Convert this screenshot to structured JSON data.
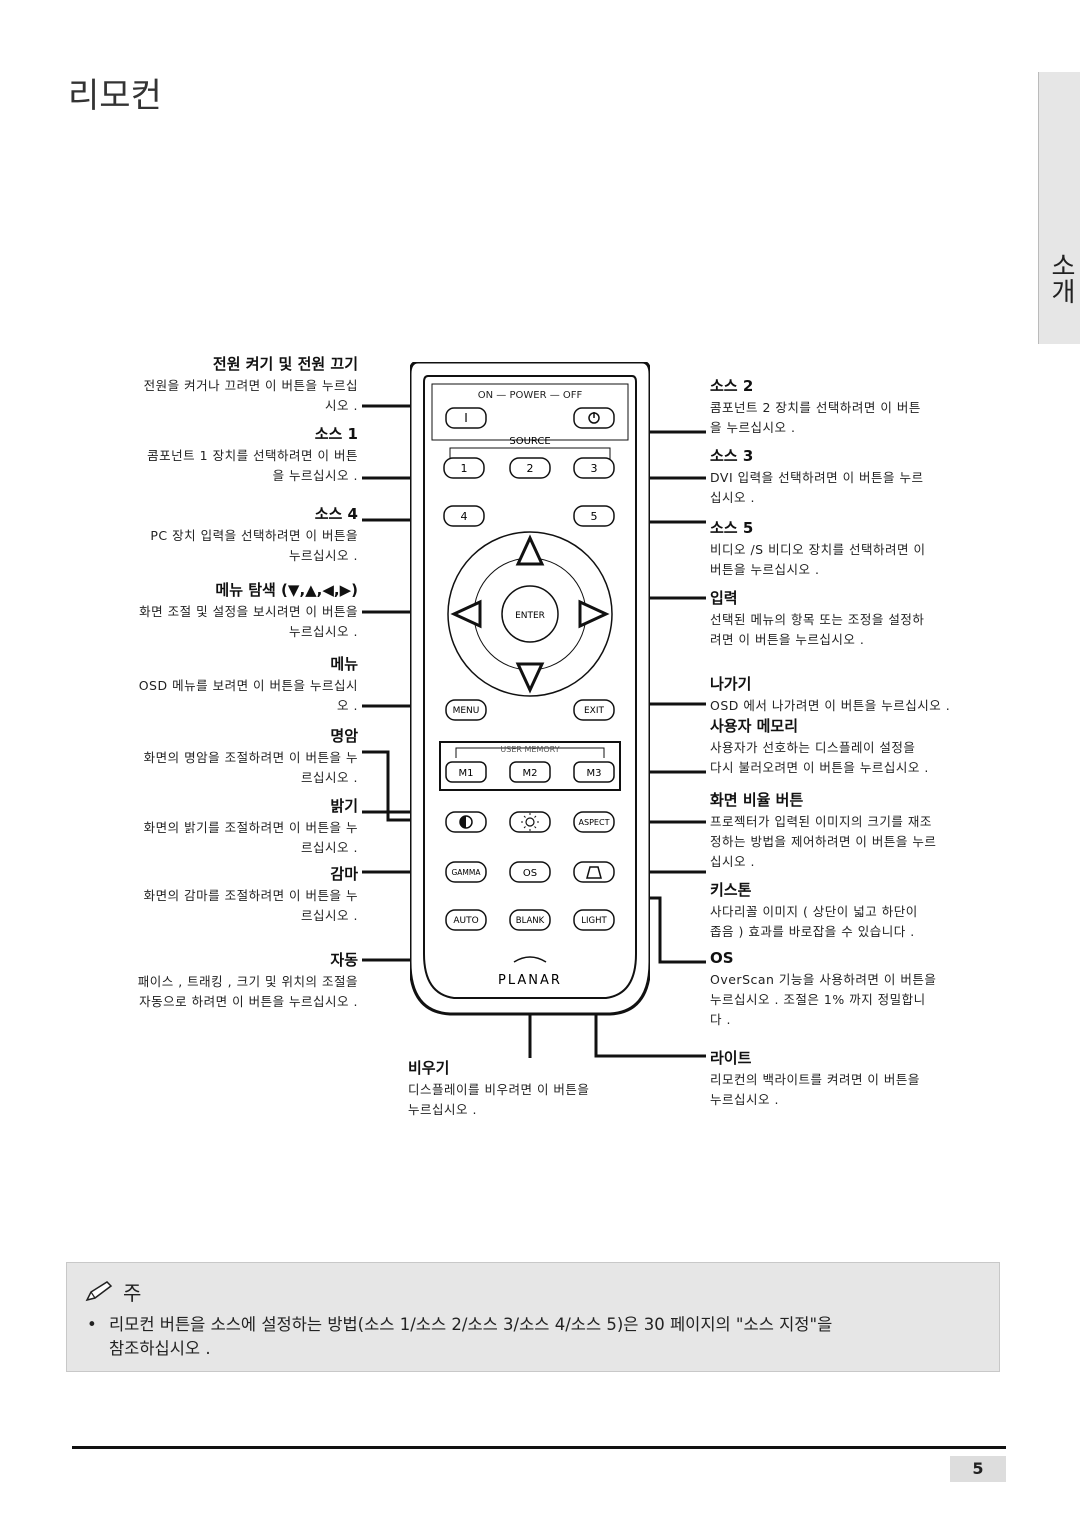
{
  "page": {
    "title": "리모컨",
    "side_tab": "소개",
    "page_number": "5"
  },
  "remote": {
    "power_group": "ON — POWER — OFF",
    "source_group": "SOURCE",
    "buttons": {
      "power_on": "I",
      "src1": "1",
      "src2": "2",
      "src3": "3",
      "src4": "4",
      "src5": "5",
      "enter": "ENTER",
      "menu": "MENU",
      "exit": "EXIT",
      "user_memory": "USER MEMORY",
      "m1": "M1",
      "m2": "M2",
      "m3": "M3",
      "aspect": "ASPECT",
      "gamma": "GAMMA",
      "os": "OS",
      "auto": "AUTO",
      "blank": "BLANK",
      "light": "LIGHT"
    },
    "brand": "PLANAR"
  },
  "left": [
    {
      "title": "전원 켜기 및 전원 끄기",
      "lines": [
        "전원을 켜거나 끄려면 이 버튼을 누르십",
        "시오 ."
      ]
    },
    {
      "title": "소스 1",
      "lines": [
        "콤포넌트 1 장치를 선택하려면 이 버튼",
        "을 누르십시오 ."
      ]
    },
    {
      "title": "소스 4",
      "lines": [
        "PC 장치 입력을 선택하려면 이 버튼을",
        "누르십시오 ."
      ]
    },
    {
      "title": "메뉴 탐색 (▼,▲,◀,▶)",
      "lines": [
        "화면 조절 및 설정을 보시려면 이 버튼을",
        "누르십시오 ."
      ]
    },
    {
      "title": "메뉴",
      "lines": [
        "OSD 메뉴를 보려면 이 버튼을 누르십시",
        "오 ."
      ]
    },
    {
      "title": "명암",
      "lines": [
        "화면의 명암을 조절하려면 이 버튼을 누",
        "르십시오 ."
      ]
    },
    {
      "title": "밝기",
      "lines": [
        "화면의 밝기를 조절하려면 이 버튼을 누",
        "르십시오 ."
      ]
    },
    {
      "title": "감마",
      "lines": [
        "화면의 감마를 조절하려면 이 버튼을 누",
        "르십시오 ."
      ]
    },
    {
      "title": "자동",
      "lines": [
        "패이스 , 트래킹 , 크기 및 위치의 조절을",
        "자동으로 하려면 이 버튼을 누르십시오 ."
      ]
    }
  ],
  "right": [
    {
      "title": "소스 2",
      "lines": [
        "콤포넌트 2 장치를 선택하려면 이 버튼",
        "을 누르십시오 ."
      ]
    },
    {
      "title": "소스 3",
      "lines": [
        "DVI 입력을 선택하려면 이 버튼을 누르",
        "십시오 ."
      ]
    },
    {
      "title": "소스 5",
      "lines": [
        "비디오 /S 비디오 장치를 선택하려면 이",
        "버튼을 누르십시오 ."
      ]
    },
    {
      "title": "입력",
      "lines": [
        "선택된 메뉴의 항목 또는 조정을 설정하",
        "려면 이 버튼을 누르십시오 ."
      ]
    },
    {
      "title": "나가기",
      "lines": [
        "OSD 에서 나가려면 이 버튼을 누르십시오 ."
      ]
    },
    {
      "title": "사용자 메모리",
      "lines": [
        "사용자가 선호하는 디스플레이 설정을",
        "다시 불러오려면 이 버튼을 누르십시오 ."
      ]
    },
    {
      "title": "화면 비율 버튼",
      "lines": [
        "프로젝터가 입력된 이미지의 크기를 재조",
        "정하는 방법을 제어하려면 이 버튼을 누르",
        "십시오 ."
      ]
    },
    {
      "title": "키스톤",
      "lines": [
        "사다리꼴 이미지 ( 상단이 넓고 하단이",
        "좁음 ) 효과를 바로잡을 수 있습니다 ."
      ]
    },
    {
      "title": "OS",
      "lines": [
        "OverScan 기능을 사용하려면 이 버튼을",
        "누르십시오 . 조절은 1% 까지 정밀합니",
        "다 ."
      ]
    },
    {
      "title": "라이트",
      "lines": [
        "리모컨의 백라이트를 켜려면 이 버튼을",
        "누르십시오 ."
      ]
    }
  ],
  "bottom": {
    "title": "비우기",
    "lines": [
      "디스플레이를 비우려면 이 버튼을",
      "누르십시오 ."
    ]
  },
  "note": {
    "heading": "주",
    "bullet": "•",
    "line1": "리모컨 버튼을 소스에 설정하는 방법(소스 1/소스 2/소스 3/소스 4/소스 5)은 30 페이지의 \"소스 지정\"을",
    "line2": "참조하십시오 ."
  }
}
